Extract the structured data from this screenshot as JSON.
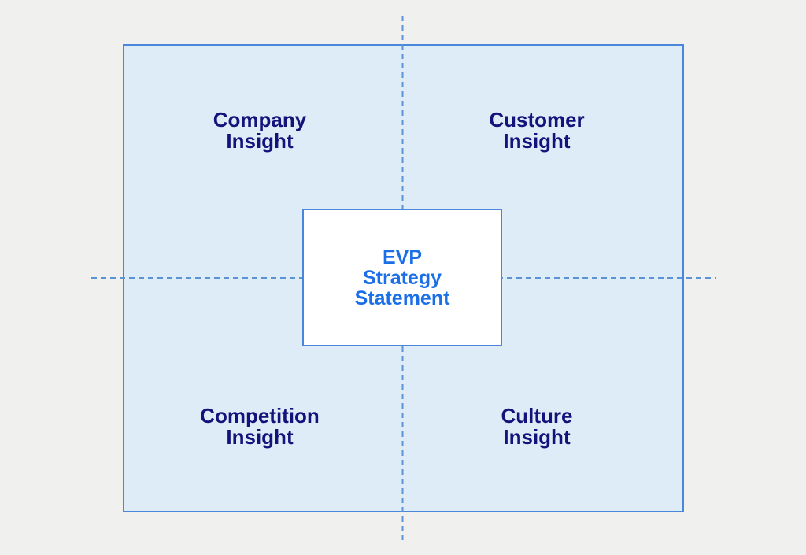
{
  "quadrants": {
    "top_left": "Company\nInsight",
    "top_right": "Customer\nInsight",
    "bottom_left": "Competition\nInsight",
    "bottom_right": "Culture\nInsight"
  },
  "center": {
    "label": "EVP\nStrategy\nStatement"
  },
  "colors": {
    "page_background": "#f0f0ef",
    "quadrant_fill": "#ddecf7",
    "box_border_blue": "#4a86d9",
    "dashed_line_blue": "#5b93d6",
    "quadrant_text_navy": "#13137b",
    "center_text_blue": "#1a6fe8"
  }
}
